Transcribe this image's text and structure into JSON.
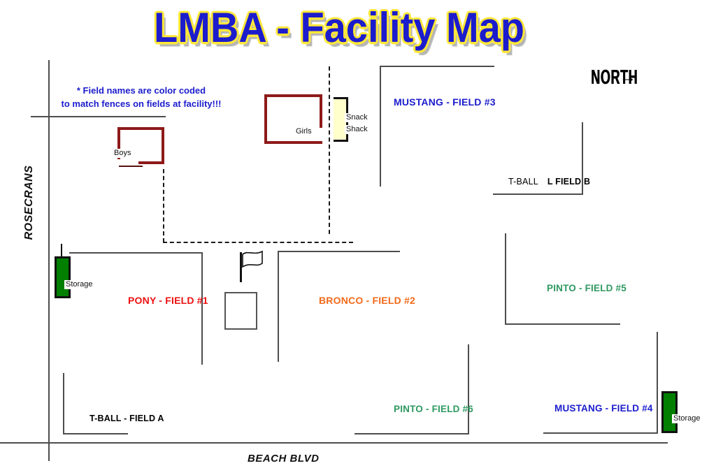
{
  "header": {
    "title": "LMBA - Facility Map",
    "title_color": "#1c1ccd",
    "outline_color": "#ffe838"
  },
  "compass": {
    "label": "NORTH",
    "arrow": "→"
  },
  "note": {
    "line1": "* Field names are color coded",
    "line2": "to match fences on fields at facility!!!",
    "color": "#1c1ccd"
  },
  "streets": {
    "west": "ROSECRANS",
    "south": "BEACH BLVD"
  },
  "fields": {
    "mustang3": {
      "label": "MUSTANG - FIELD #3",
      "color": "#1c1ccd"
    },
    "tball_b": {
      "prefix": "T-BALL",
      "suffix": "L FIELD B",
      "color": "#000000"
    },
    "pinto5": {
      "label": "PINTO - FIELD #5",
      "color": "#2e9960"
    },
    "pony1": {
      "label": "PONY - FIELD #1",
      "color": "#ee1111"
    },
    "bronco2": {
      "label": "BRONCO - FIELD #2",
      "color": "#f26a1b"
    },
    "pinto6": {
      "label": "PINTO - FIELD #6",
      "color": "#2e9960"
    },
    "mustang4": {
      "label": "MUSTANG - FIELD #4",
      "color": "#1c1ccd"
    },
    "tball_a": {
      "label": "T-BALL - FIELD A",
      "color": "#000000"
    }
  },
  "buildings": {
    "boys": {
      "label": "Boys",
      "fence_color": "#8e1a1a"
    },
    "girls": {
      "label": "Girls",
      "fence_color": "#8e1a1a"
    },
    "snack_shack": {
      "line1": "Snack",
      "line2": "Shack",
      "fill": "#ffffcc"
    },
    "storage_west": {
      "label": "Storage",
      "fill": "#007f00"
    },
    "storage_east": {
      "label": "Storage",
      "fill": "#007f00"
    }
  }
}
